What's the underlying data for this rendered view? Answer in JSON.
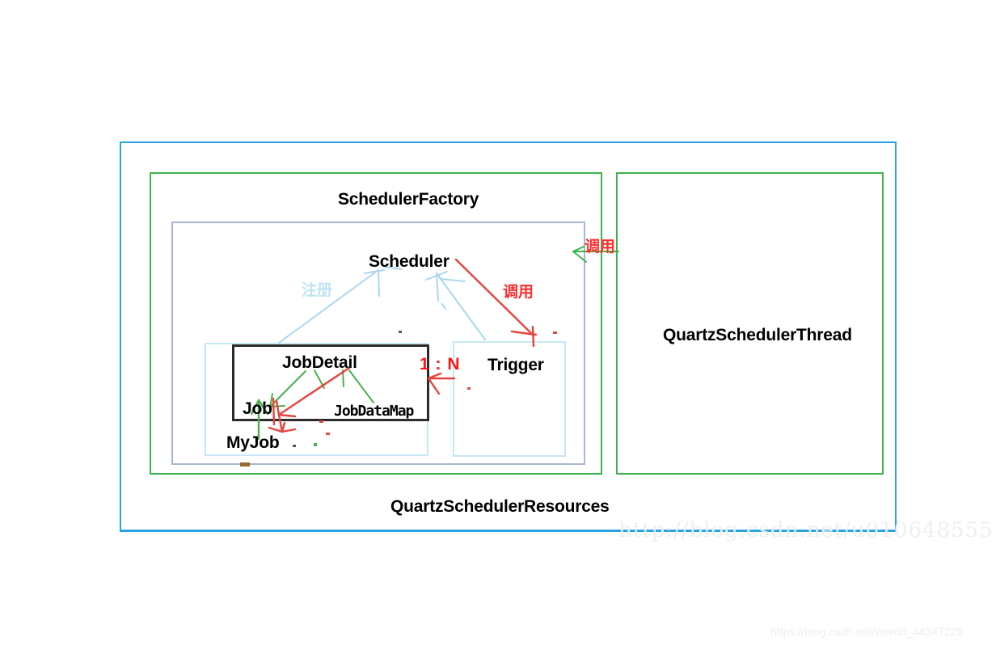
{
  "diagram": {
    "title": "Quartz Scheduler Architecture",
    "colors": {
      "outer_border": "#29a3e8",
      "factory_border": "#3cb44a",
      "thread_border": "#3cb44a",
      "scheduler_border": "#a8b6d2",
      "group_border": "#c5e8f5",
      "jobdetail_border": "#2b2b2b",
      "arrow_light_blue": "#a8d8ee",
      "arrow_red": "#e8423c",
      "arrow_green": "#3cb44a",
      "label_register": "#bfe4f3",
      "label_call": "#ff2f2f",
      "label_ratio": "#ff1414",
      "watermark": "#eceff1"
    },
    "boxes": {
      "outer": {
        "label": "QuartzSchedulerResources"
      },
      "factory": {
        "label": "SchedulerFactory"
      },
      "thread": {
        "label": "QuartzSchedulerThread"
      },
      "scheduler": {
        "label": "Scheduler"
      },
      "jobdetail": {
        "label": "JobDetail"
      },
      "job": {
        "label": "Job"
      },
      "myjob": {
        "label": "MyJob"
      },
      "jobdatamap": {
        "label": "JobDataMap"
      },
      "trigger": {
        "label": "Trigger"
      }
    },
    "annotations": {
      "register": "注册",
      "call_scheduler_trigger": "调用",
      "call_thread_scheduler": "调用",
      "ratio": "1 : N"
    },
    "watermarks": {
      "main": "http://blog.csdn.net/u010648555",
      "corner": "https://blog.csdn.net/weixin_44347229"
    }
  }
}
